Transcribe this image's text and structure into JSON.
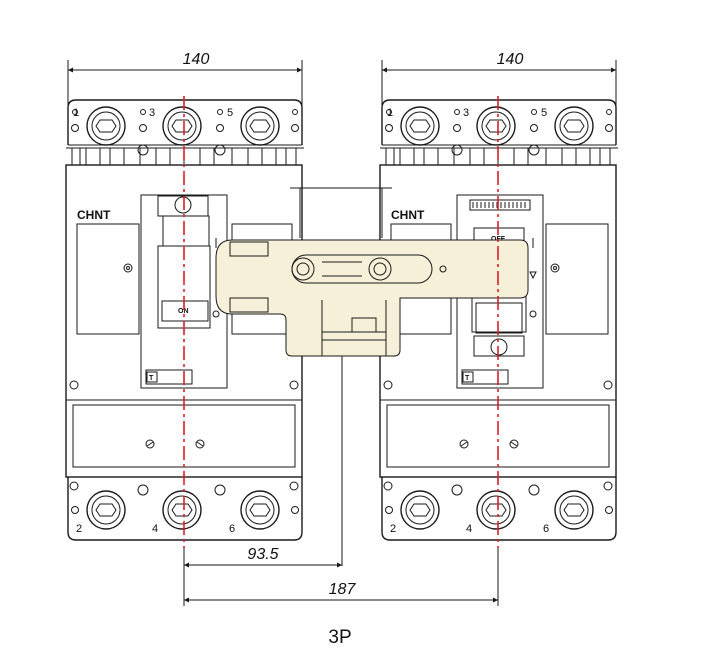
{
  "dimensions": {
    "width_left": "140",
    "width_right": "140",
    "half_spacing": "93.5",
    "spacing": "187"
  },
  "brand_label": "CHNT",
  "left_breaker": {
    "handle_label": "ON",
    "trip_label": "T",
    "terminals_top": [
      "1",
      "3",
      "5"
    ],
    "terminals_bottom": [
      "2",
      "4",
      "6"
    ]
  },
  "right_breaker": {
    "handle_label": "OFF",
    "trip_label": "T",
    "terminals_top": [
      "1",
      "3",
      "5"
    ],
    "terminals_bottom": [
      "2",
      "4",
      "6"
    ]
  },
  "caption": "3P",
  "colors": {
    "interlock_fill": "#f6f0d8",
    "centerline": "#d9202a",
    "line": "#1a1a1a"
  }
}
